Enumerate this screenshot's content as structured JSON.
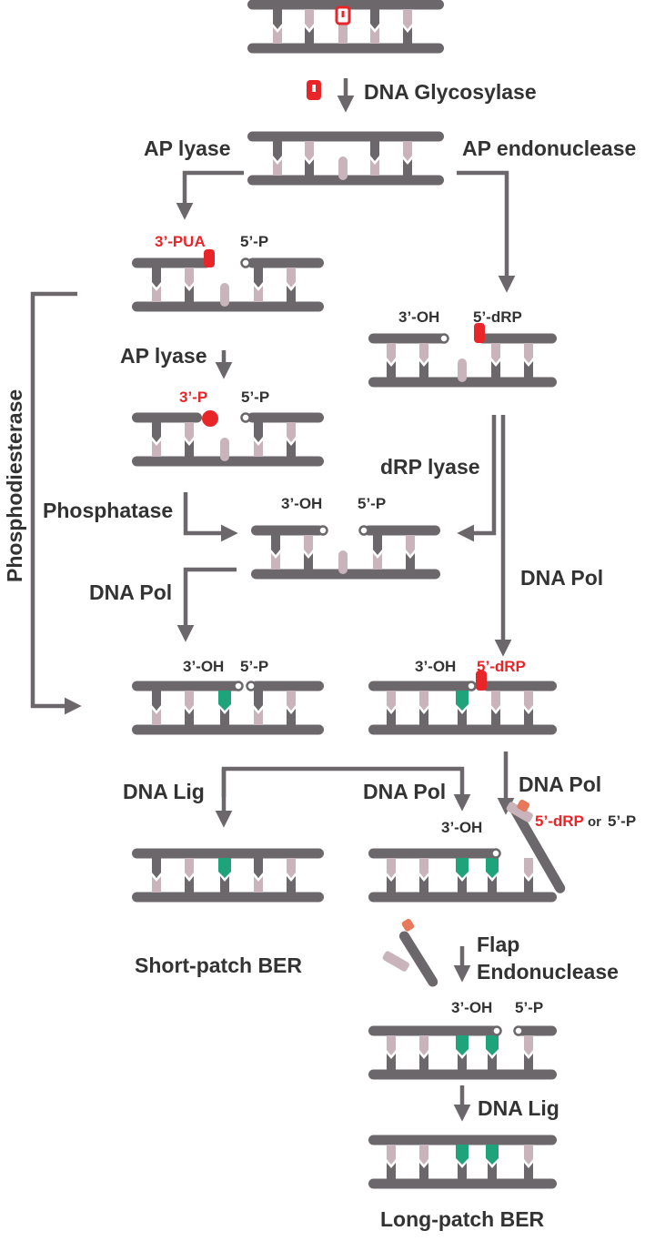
{
  "colors": {
    "strand": "#6b676b",
    "base_light": "#c8b4ba",
    "base_dark": "#6b676b",
    "lesion_red": "#e8262a",
    "new_green": "#1fa37a",
    "flap_orange": "#e8785a",
    "arrow": "#6b676b",
    "text": "#333333"
  },
  "labels": {
    "dna_glycosylase": "DNA Glycosylase",
    "ap_lyase_1": "AP lyase",
    "ap_endonuclease": "AP endonuclease",
    "pua_3": "3’-PUA",
    "p5_a": "5’-P",
    "phosphodiesterase": "Phosphodiesterase",
    "oh3_a": "3’-OH",
    "drp5_a": "5’-dRP",
    "ap_lyase_2": "AP lyase",
    "p3": "3’-P",
    "p5_b": "5’-P",
    "drp_lyase": "dRP lyase",
    "phosphatase": "Phosphatase",
    "oh3_b": "3’-OH",
    "p5_c": "5’-P",
    "dna_pol_1": "DNA Pol",
    "dna_pol_2": "DNA Pol",
    "oh3_c": "3’-OH",
    "p5_d": "5’-P",
    "oh3_d": "3’-OH",
    "drp5_b": "5’-dRP",
    "dna_lig_1": "DNA Lig",
    "dna_pol_3": "DNA Pol",
    "dna_pol_4": "DNA Pol",
    "oh3_e": "3’-OH",
    "flap_drp": "5’-dRP",
    "flap_or": "or",
    "flap_p": "5’-P",
    "short_patch": "Short-patch BER",
    "flap_1": "Flap",
    "flap_2": "Endonuclease",
    "oh3_f": "3’-OH",
    "p5_e": "5’-P",
    "dna_lig_2": "DNA Lig",
    "long_patch": "Long-patch BER"
  }
}
